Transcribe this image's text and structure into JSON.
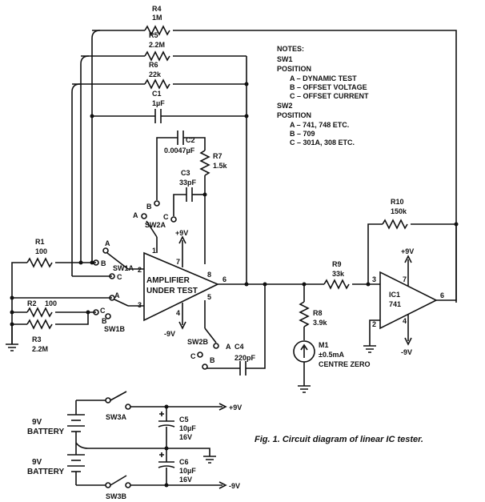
{
  "components": {
    "R4": {
      "ref": "R4",
      "value": "1M"
    },
    "R5": {
      "ref": "R5",
      "value": "2.2M"
    },
    "R6": {
      "ref": "R6",
      "value": "22k"
    },
    "C1": {
      "ref": "C1",
      "value": "1µF"
    },
    "C2": {
      "ref": "C2",
      "value": "0.0047µF"
    },
    "R7": {
      "ref": "R7",
      "value": "1.5k"
    },
    "C3": {
      "ref": "C3",
      "value": "33pF"
    },
    "R1": {
      "ref": "R1",
      "value": "100"
    },
    "R2": {
      "ref": "R2",
      "value": "100"
    },
    "R3": {
      "ref": "R3",
      "value": "2.2M"
    },
    "C4": {
      "ref": "C4",
      "value": "220pF"
    },
    "R8": {
      "ref": "R8",
      "value": "3.9k"
    },
    "R9": {
      "ref": "R9",
      "value": "33k"
    },
    "R10": {
      "ref": "R10",
      "value": "150k"
    },
    "M1": {
      "ref": "M1",
      "value": "±0.5mA",
      "note": "CENTRE ZERO"
    },
    "IC1": {
      "ref": "IC1",
      "value": "741"
    },
    "C5": {
      "ref": "C5",
      "value": "10µF",
      "voltage": "16V"
    },
    "C6": {
      "ref": "C6",
      "value": "10µF",
      "voltage": "16V"
    }
  },
  "amplifier": {
    "line1": "AMPLIFIER",
    "line2": "UNDER TEST"
  },
  "switches": {
    "sw1a": "SW1A",
    "sw1b": "SW1B",
    "sw2a": "SW2A",
    "sw2b": "SW2B",
    "sw3a": "SW3A",
    "sw3b": "SW3B"
  },
  "pins": {
    "p1": "1",
    "p2": "2",
    "p3": "3",
    "p4": "4",
    "p5": "5",
    "p6": "6",
    "p7": "7",
    "p8": "8",
    "ic_p2": "2",
    "ic_p3": "3",
    "ic_p4": "4",
    "ic_p6": "6",
    "ic_p7": "7"
  },
  "positions": {
    "a": "A",
    "b": "B",
    "c": "C"
  },
  "supplies": {
    "pos": "+9V",
    "neg": "-9V"
  },
  "battery": {
    "label1": "9V",
    "label2": "BATTERY"
  },
  "notes": {
    "title": "NOTES:",
    "sw1": "SW1",
    "position": "POSITION",
    "sw1_a": "A – DYNAMIC TEST",
    "sw1_b": "B – OFFSET VOLTAGE",
    "sw1_c": "C – OFFSET CURRENT",
    "sw2": "SW2",
    "sw2_a": "A – 741, 748 ETC.",
    "sw2_b": "B – 709",
    "sw2_c": "C – 301A, 308 ETC."
  },
  "caption": "Fig. 1. Circuit diagram of linear IC tester."
}
